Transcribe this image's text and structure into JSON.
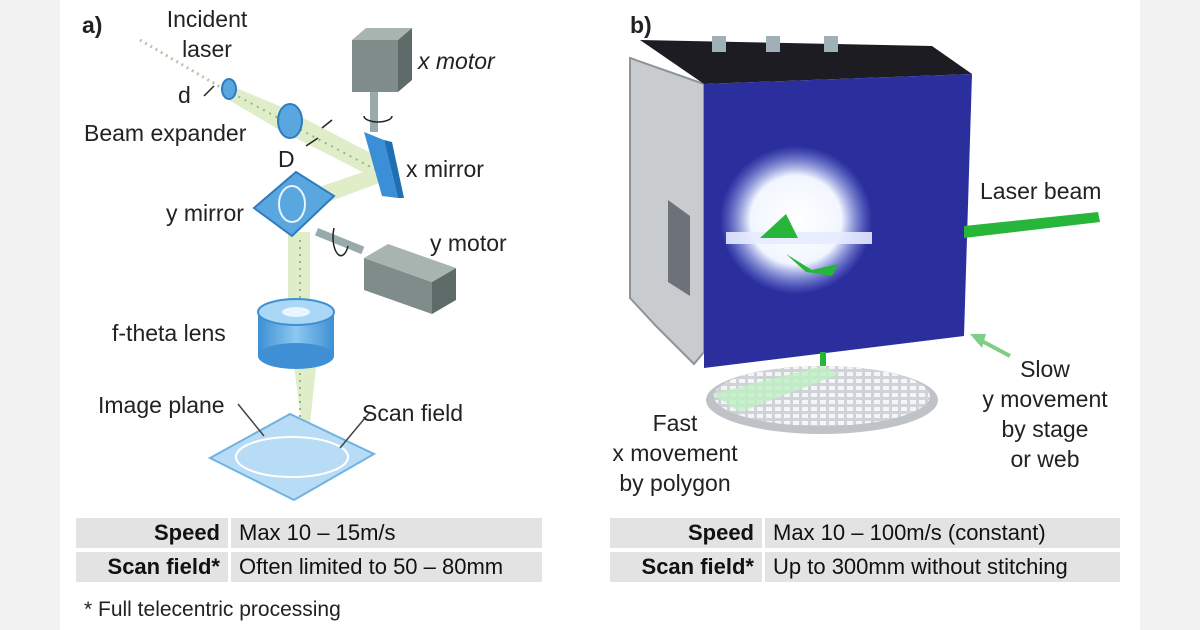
{
  "panel_a": {
    "tag": "a)",
    "labels": {
      "incident_laser": "Incident\nlaser",
      "d": "d",
      "beam_expander": "Beam expander",
      "D": "D",
      "x_motor": "x motor",
      "x_mirror": "x mirror",
      "y_mirror": "y mirror",
      "y_motor": "y motor",
      "f_theta_lens": "f-theta lens",
      "image_plane": "Image plane",
      "scan_field": "Scan field"
    },
    "table": [
      {
        "key": "Speed",
        "value": "Max 10 – 15m/s"
      },
      {
        "key": "Scan field*",
        "value": "Often limited to 50 – 80mm"
      }
    ],
    "footnote": "* Full telecentric processing"
  },
  "panel_b": {
    "tag": "b)",
    "labels": {
      "laser_beam": "Laser beam",
      "slow_y": "Slow\ny movement\nby stage\nor web",
      "fast_x": "Fast\nx movement\nby polygon"
    },
    "table": [
      {
        "key": "Speed",
        "value": "Max 10 – 100m/s (constant)"
      },
      {
        "key": "Scan field*",
        "value": "Up to 300mm without stitching"
      }
    ]
  },
  "colors": {
    "background": "#f2f2f2",
    "beam": "#dfeec8",
    "mirror_blue": "#5aa7e0",
    "motor_grey": "#7f8c89",
    "housing_blue": "#2b2f9e",
    "laser_green": "#27b53a",
    "table_fill": "#e3e3e3"
  }
}
